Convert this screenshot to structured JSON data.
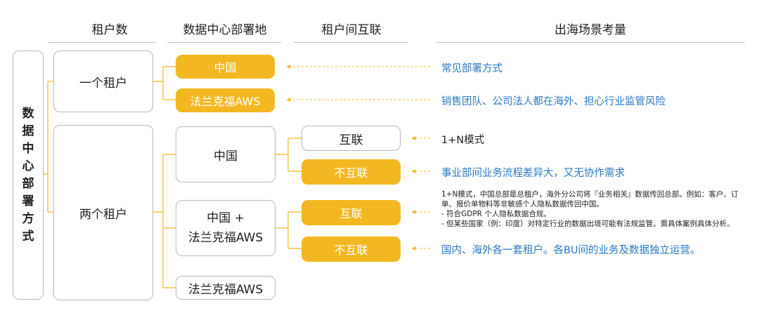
{
  "headers": {
    "tenant_count": "租户数",
    "datacenter": "数据中心部署地",
    "interconnect": "租户间互联",
    "considerations": "出海场景考量"
  },
  "root": {
    "label_chars": [
      "数",
      "据",
      "中",
      "心",
      "部",
      "署",
      "方",
      "式"
    ]
  },
  "tenants": {
    "one": "一个租户",
    "two": "两个租户"
  },
  "datacenters": {
    "one_china": "中国",
    "one_frankfurt": "法兰克福AWS",
    "two_china": "中国",
    "two_china_plus_line1": "中国 +",
    "two_china_plus_line2": "法兰克福AWS",
    "two_frankfurt": "法兰克福AWS"
  },
  "interconnect": {
    "a_connected": "互联",
    "a_not_connected": "不互联",
    "b_connected": "互联",
    "b_not_connected": "不互联"
  },
  "notes": {
    "common": "常见部署方式",
    "sales": "销售团队、公司法人都在海外、担心行业监管风险",
    "one_plus_n": "1+N模式",
    "biz_diff": "事业部间业务流程差异大，又无协作需求",
    "detail_1": "1+N模式，中国总部是总租户，海外分公司将『业务相关』数据传回总部。例如：客户、订",
    "detail_2": "单、报价单物料等非敏感个人隐私数据传回中国。",
    "detail_3": "- 符合GDPR 个人隐私数据合规。",
    "detail_4": "- 但某些国家（例：印度）对特定行业的数据出境可能有法规监管。需具体案例具体分析。",
    "domestic": "国内、海外各一套租户。各BU间的业务及数据独立运营。"
  },
  "colors": {
    "gold": "#f3b821",
    "blue_text": "#2a79c4",
    "border": "#b9b9b9"
  }
}
